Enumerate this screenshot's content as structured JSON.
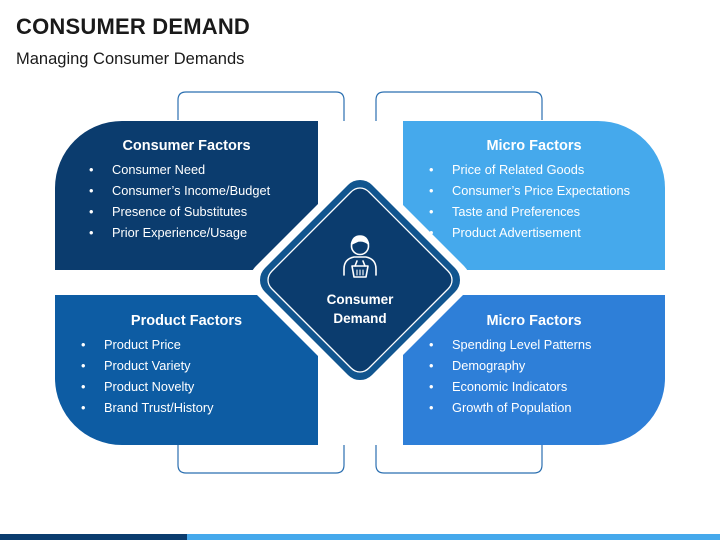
{
  "header": {
    "title": "CONSUMER DEMAND",
    "subtitle": "Managing Consumer Demands"
  },
  "center": {
    "label_line1": "Consumer",
    "label_line2": "Demand",
    "icon": "person-with-basket-icon"
  },
  "boxes": {
    "top_left": {
      "title": "Consumer Factors",
      "items": [
        "Consumer Need",
        "Consumer’s Income/Budget",
        "Presence of Substitutes",
        "Prior Experience/Usage"
      ]
    },
    "top_right": {
      "title": "Micro Factors",
      "items": [
        "Price of Related Goods",
        "Consumer’s Price Expectations",
        "Taste and Preferences",
        "Product Advertisement"
      ]
    },
    "bottom_left": {
      "title": "Product Factors",
      "items": [
        "Product Price",
        "Product Variety",
        "Product Novelty",
        "Brand Trust/History"
      ]
    },
    "bottom_right": {
      "title": "Micro Factors",
      "items": [
        "Spending Level Patterns",
        "Demography",
        "Economic Indicators",
        "Growth of Population"
      ]
    }
  },
  "bullet": "•",
  "colors": {
    "top_left": "#0b3c6e",
    "bottom_left": "#0d5ca3",
    "top_right": "#45a9ec",
    "bottom_right": "#2e7fd8",
    "diamond_inner": "#0b3c6e",
    "diamond_outer": "#11558f",
    "connector": "#2b6fb0",
    "footer_dark": "#0b3c6e",
    "footer_light": "#45a9ec"
  }
}
